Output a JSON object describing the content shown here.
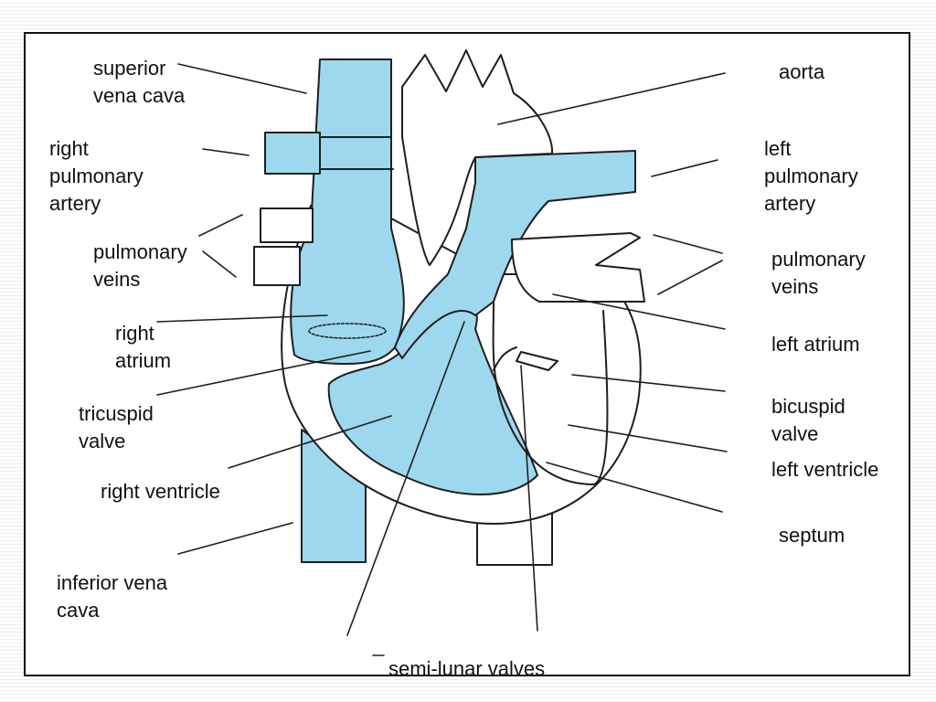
{
  "colors": {
    "blood": "#9ed8ee",
    "outline": "#1e1e1e",
    "frame": "#111111"
  },
  "labels": {
    "superior_vena_cava": [
      "superior",
      "vena cava"
    ],
    "right_pulmonary_artery": [
      "right",
      "pulmonary",
      "artery"
    ],
    "pulmonary_veins_left_side": [
      "pulmonary",
      "veins"
    ],
    "right_atrium": [
      "right",
      "atrium"
    ],
    "tricuspid_valve": [
      "tricuspid",
      "valve"
    ],
    "right_ventricle": "right ventricle",
    "inferior_vena_cava": [
      "inferior vena",
      "cava"
    ],
    "aorta": "aorta",
    "left_pulmonary_artery": [
      "left",
      "pulmonary",
      "artery"
    ],
    "pulmonary_veins_right_side": [
      "pulmonary",
      "veins"
    ],
    "left_atrium": "left atrium",
    "bicuspid_valve": [
      "bicuspid",
      "valve"
    ],
    "left_ventricle": "left ventricle",
    "septum": "septum",
    "semi_lunar_valves": "semi-lunar valves"
  }
}
